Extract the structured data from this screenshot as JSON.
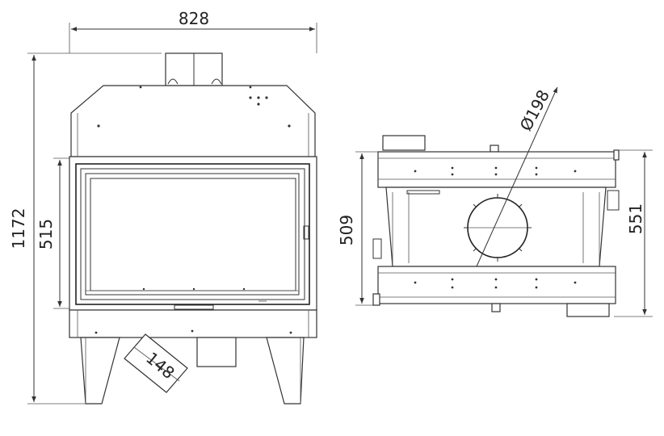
{
  "drawing": {
    "front_view": {
      "width_label": "828",
      "height_label": "1172",
      "door_height_label": "515",
      "outlet_label": "148"
    },
    "side_view": {
      "diameter_label": "Ø198",
      "depth_label": "509",
      "overall_depth_label": "551"
    }
  },
  "colors": {
    "line": "#333333",
    "background": "#ffffff"
  }
}
